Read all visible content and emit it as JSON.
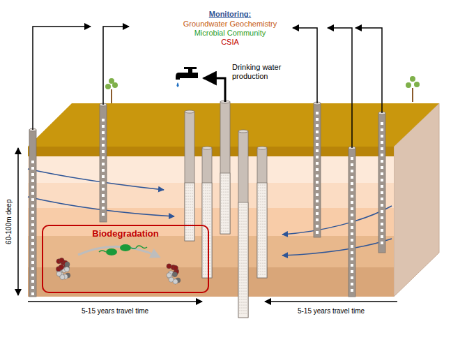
{
  "diagram": {
    "nodes": [
      {
        "text": [
          "Biodegradation"
        ]
      }
    ],
    "labels": [
      "Monitoring:",
      "Groundwater Geochemistry",
      "Microbial Community",
      "CSIA",
      "Drinking water production",
      "60-100m deep",
      "5-15 years travel time",
      "5-15 years travel time"
    ]
  }
}
